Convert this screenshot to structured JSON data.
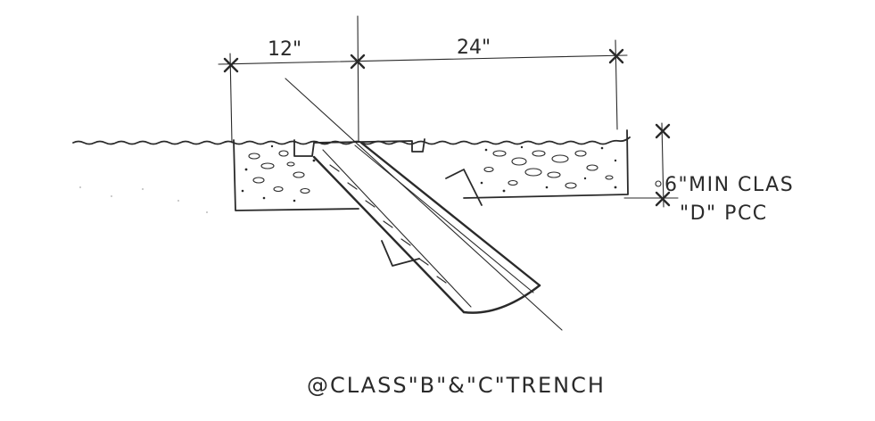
{
  "dimensions": {
    "left_width": "12\"",
    "right_width": "24\""
  },
  "callout": {
    "line1": "6\"MIN CLAS",
    "line2": "\"D\" PCC"
  },
  "caption": "@CLASS\"B\"&\"C\"TRENCH",
  "colors": {
    "ink": "#2a2a2a",
    "paper": "#ffffff"
  }
}
